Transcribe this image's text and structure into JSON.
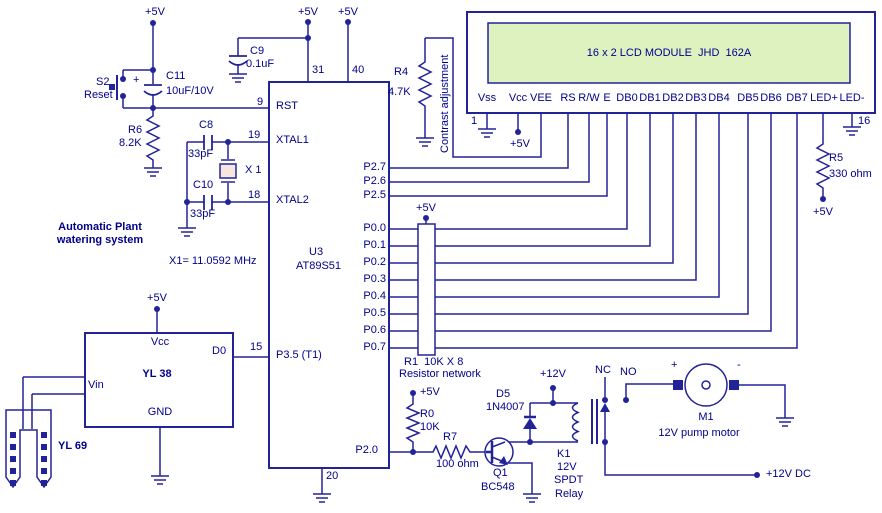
{
  "title_line1": "Automatic Plant",
  "title_line2": "watering system",
  "crystal_note": "X1= 11.0592 MHz",
  "power": {
    "v5": "+5V",
    "v12": "+12V",
    "v12dc": "+12V DC"
  },
  "colors": {
    "wire": "#232398",
    "text": "#00008b",
    "lcd_screen": "#def2c0",
    "crystal_fill": "#f7e6df"
  },
  "mcu": {
    "ref": "U3",
    "part": "AT89S51",
    "pin_rst": "RST",
    "pin_xtal1": "XTAL1",
    "pin_xtal2": "XTAL2",
    "pin_t1": "P3.5 (T1)",
    "pin_p20": "P2.0",
    "num_rst": "9",
    "num_xtal1": "19",
    "num_xtal2": "18",
    "num_t1": "15",
    "num_31": "31",
    "num_40": "40",
    "num_gnd": "20",
    "p2": [
      "P2.7",
      "P2.6",
      "P2.5"
    ],
    "p0": [
      "P0.0",
      "P0.1",
      "P0.2",
      "P0.3",
      "P0.4",
      "P0.5",
      "P0.6",
      "P0.7"
    ]
  },
  "lcd": {
    "title": "16 x 2 LCD MODULE  JHD  162A",
    "pins": [
      "Vss",
      "Vcc",
      "VEE",
      "RS",
      "R/W",
      "E",
      "DB0",
      "DB1",
      "DB2",
      "DB3",
      "DB4",
      "DB5",
      "DB6",
      "DB7",
      "LED+",
      "LED-"
    ],
    "pin1": "1",
    "pin16": "16"
  },
  "components": {
    "s2": {
      "ref": "S2",
      "value": "Reset"
    },
    "c11": {
      "ref": "C11",
      "value": "10uF/10V",
      "plus": "+"
    },
    "r6": {
      "ref": "R6",
      "value": "8.2K"
    },
    "c9": {
      "ref": "C9",
      "value": "0.1uF"
    },
    "c8": {
      "ref": "C8",
      "value": "33pF"
    },
    "c10": {
      "ref": "C10",
      "value": "33pF"
    },
    "x1": {
      "ref": "X 1"
    },
    "r4": {
      "ref": "R4",
      "value": "4.7K",
      "note": "Contrast adjustment"
    },
    "r5": {
      "ref": "R5",
      "value": "330 ohm"
    },
    "r1": {
      "ref": "R1  10K X 8",
      "value": "Resistor network"
    },
    "r0": {
      "ref": "R0",
      "value": "10K"
    },
    "r7": {
      "ref": "R7",
      "value": "100 ohm"
    },
    "q1": {
      "ref": "Q1",
      "value": "BC548"
    },
    "d5": {
      "ref": "D5",
      "value": "1N4007"
    },
    "k1": {
      "ref": "K1",
      "value_line1": "12V",
      "value_line2": "SPDT",
      "value_line3": "Relay",
      "nc": "NC",
      "no": "NO"
    },
    "m1": {
      "ref": "M1",
      "value": "12V pump motor",
      "plus": "+",
      "minus": "-"
    }
  },
  "sensor": {
    "module": "YL 38",
    "probe": "YL 69",
    "pin_vcc": "Vcc",
    "pin_vin": "Vin",
    "pin_gnd": "GND",
    "pin_d0": "D0"
  }
}
